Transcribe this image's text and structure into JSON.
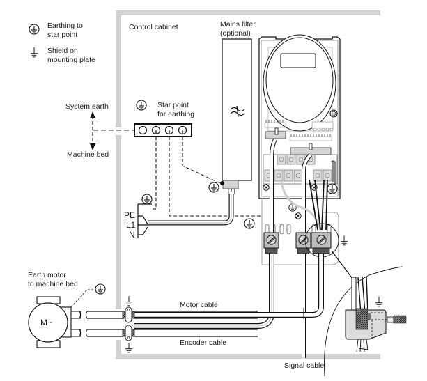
{
  "legend": {
    "items": [
      {
        "icon": "earth-star-point-icon",
        "label_line1": "Earthing to",
        "label_line2": "star point"
      },
      {
        "icon": "shield-ground-icon",
        "label_line1": "Shield on",
        "label_line2": "mounting plate"
      }
    ]
  },
  "labels": {
    "control_cabinet": "Control cabinet",
    "mains_filter_line1": "Mains filter",
    "mains_filter_line2": "(optional)",
    "system_earth": "System earth",
    "machine_bed": "Machine bed",
    "star_point_line1": "Star point",
    "star_point_line2": "for earthing",
    "pe": "PE",
    "l1": "L1",
    "n": "N",
    "earth_motor_line1": "Earth motor",
    "earth_motor_line2": "to machine bed",
    "motor_symbol": "M~",
    "motor_cable": "Motor cable",
    "encoder_cable": "Encoder cable",
    "signal_cable": "Signal cable"
  },
  "colors": {
    "cabinet_wall": "#d2d2d2",
    "component_fill": "#d4d4d4",
    "line": "#111111"
  }
}
